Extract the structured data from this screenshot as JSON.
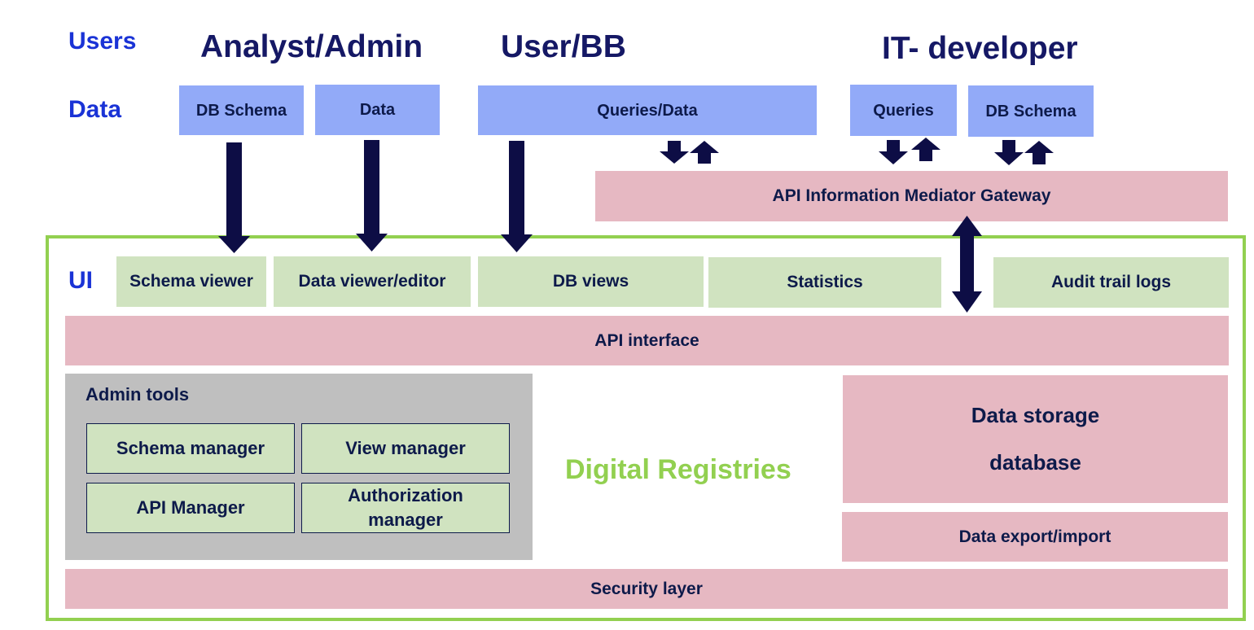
{
  "row_labels": {
    "users": "Users",
    "data": "Data",
    "ui": "UI"
  },
  "user_groups": {
    "analyst_admin": "Analyst/Admin",
    "user_bb": "User/BB",
    "it_developer": "IT- developer"
  },
  "data_items": {
    "analyst_schema": "DB Schema",
    "analyst_data": "Data",
    "user_queries_data": "Queries/Data",
    "it_queries": "Queries",
    "it_schema": "DB Schema"
  },
  "gateway": "API Information Mediator Gateway",
  "ui_components": {
    "schema_viewer": "Schema viewer",
    "data_viewer_editor": "Data viewer/editor",
    "db_views": "DB views",
    "statistics": "Statistics",
    "audit_trail_logs": "Audit trail logs"
  },
  "api_interface": "API interface",
  "admin_tools": {
    "title": "Admin tools",
    "schema_manager": "Schema manager",
    "view_manager": "View manager",
    "api_manager": "API Manager",
    "authorization_manager_line1": "Authorization",
    "authorization_manager_line2": "manager"
  },
  "center_title": "Digital Registries",
  "data_storage": {
    "line1": "Data storage",
    "line2": "database"
  },
  "data_export_import": "Data export/import",
  "security_layer": "Security layer",
  "colors": {
    "row_label_blue": "#1a33d6",
    "user_label_navy": "#151865",
    "data_box_blue": "#92aaf8",
    "layer_pink": "#e6b8c2",
    "ui_green": "#d0e3c0",
    "frame_green": "#92d050",
    "admin_gray": "#bfbfbf",
    "arrow_navy": "#0d0d45"
  }
}
